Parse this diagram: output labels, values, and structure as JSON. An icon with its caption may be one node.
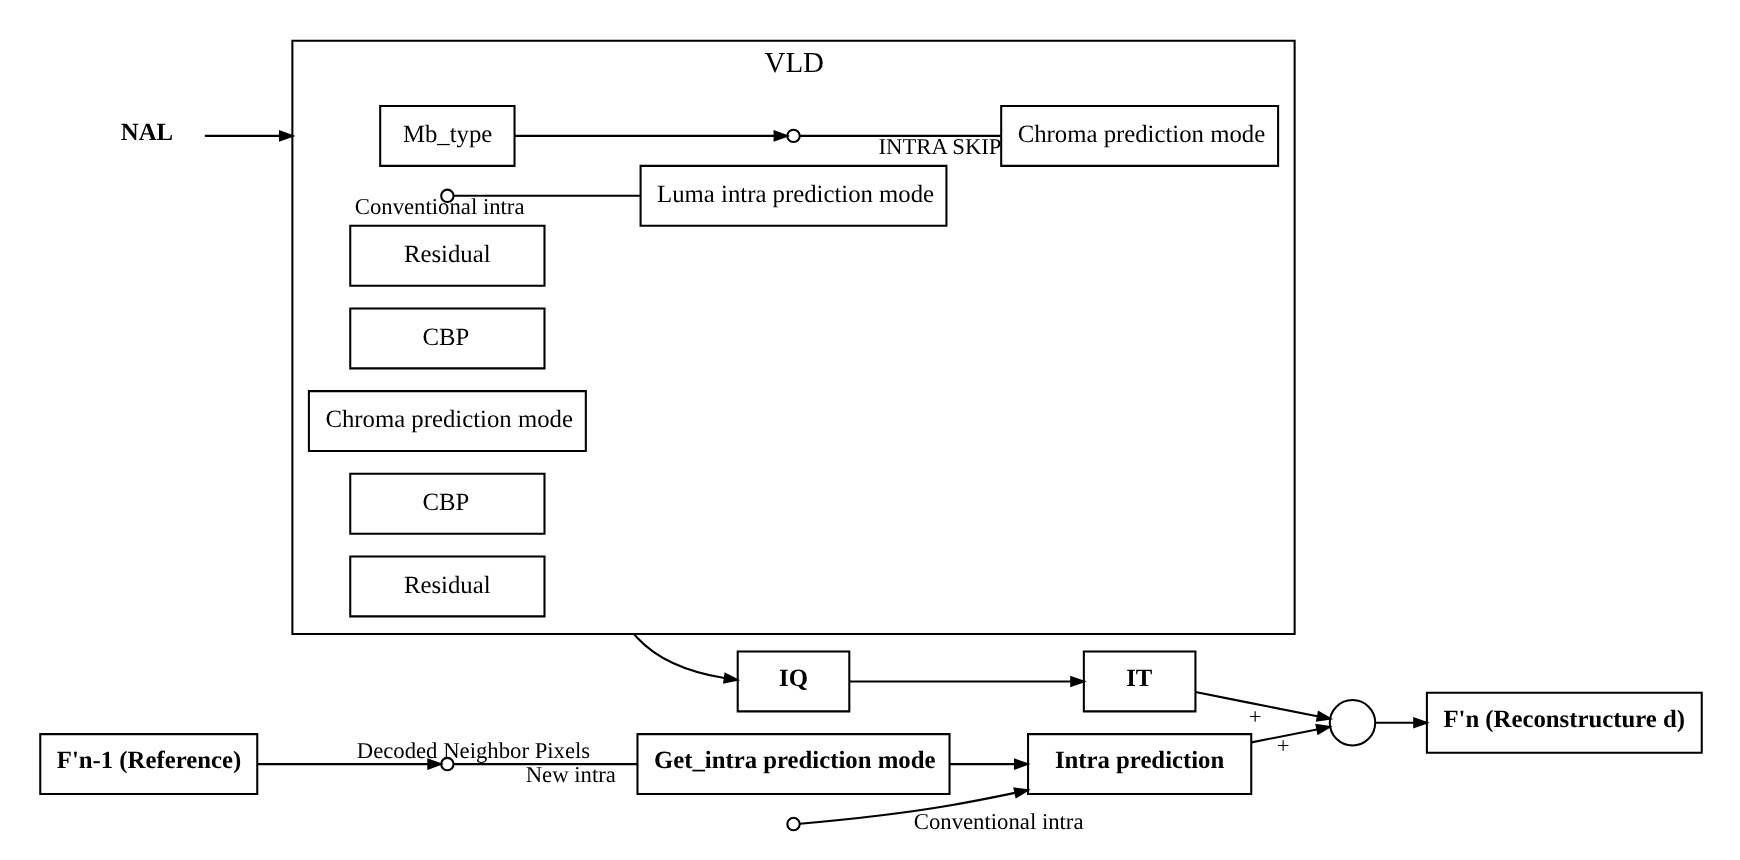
{
  "diagram": {
    "nodes": [
      {
        "text": [
          "NAL"
        ]
      },
      {
        "text": [
          "VLD"
        ]
      },
      {
        "text": [
          "Mb_type"
        ],
        "in": 1
      },
      {
        "text": [],
        "shape": "circle",
        "in": 1
      },
      {
        "text": [
          "Chroma prediction mode"
        ],
        "in": 1
      },
      {
        "text": [
          "CBP"
        ],
        "in": 1
      },
      {
        "text": [
          "Residual"
        ],
        "in": 1
      },
      {
        "text": [],
        "shape": "circle",
        "in": 1
      },
      {
        "text": [
          "Luma intra prediction mode"
        ],
        "in": 1
      },
      {
        "text": [
          "Chroma prediction mode"
        ],
        "in": 1
      },
      {
        "text": [
          "CBP"
        ],
        "in": 1
      },
      {
        "text": [
          "Residual"
        ],
        "in": 1
      },
      {
        "text": [
          "IQ"
        ]
      },
      {
        "text": [
          "IT"
        ]
      },
      {
        "text": [
          "Get_intra prediction mode"
        ]
      },
      {
        "text": [],
        "shape": "circle"
      },
      {
        "text": [
          "F'n-1 (Reference)"
        ]
      },
      {
        "text": [],
        "shape": "circle"
      },
      {
        "text": [
          "Intra prediction"
        ]
      },
      {
        "text": [],
        "shape": "circle"
      },
      {
        "text": [
          "F'n (Reconstructure d)"
        ]
      }
    ],
    "edges": [
      {
        "from": 0,
        "to": 1,
        "arrow": "to"
      },
      {
        "from": 2,
        "to": 3,
        "arrow": "to"
      },
      {
        "from": 3,
        "to": 4,
        "arrow": "none",
        "label": "INTRA SKIP"
      },
      {
        "from": 7,
        "to": 8,
        "arrow": "none",
        "label": "Conventional intra"
      },
      {
        "from": 1,
        "to": 12,
        "arrow": "to"
      },
      {
        "from": 12,
        "to": 13,
        "arrow": "to"
      },
      {
        "from": 13,
        "to": 19,
        "arrow": "to",
        "label": "+"
      },
      {
        "from": 19,
        "to": 20,
        "arrow": "to"
      },
      {
        "from": 16,
        "to": 15,
        "arrow": "to",
        "label": "Decoded Neighbor Pixels"
      },
      {
        "from": 15,
        "to": 14,
        "arrow": "none",
        "label": "New intra"
      },
      {
        "from": 14,
        "to": 18,
        "arrow": "to"
      },
      {
        "from": 17,
        "to": 18,
        "arrow": "to",
        "label": "Conventional intra"
      },
      {
        "from": 18,
        "to": 19,
        "arrow": "to",
        "label": "+"
      }
    ]
  }
}
